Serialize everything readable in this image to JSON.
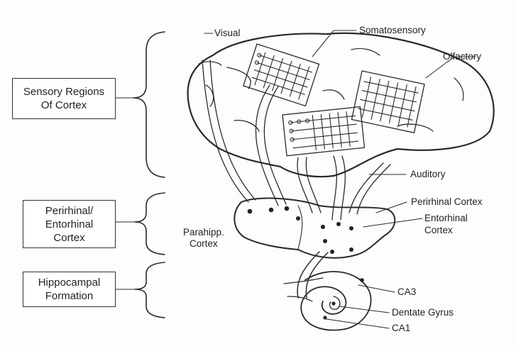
{
  "boxes": {
    "sensory": {
      "line1": "Sensory Regions",
      "line2": "Of Cortex"
    },
    "perirhinal": {
      "line1": "Perirhinal/",
      "line2": "Entorhinal",
      "line3": "Cortex"
    },
    "hippocampal": {
      "line1": "Hippocampal",
      "line2": "Formation"
    }
  },
  "labels": {
    "visual": "Visual",
    "somatosensory": "Somatosensory",
    "olfactory": "Olfactory",
    "auditory": "Auditory",
    "perirhinal_cortex": "Perirhinal Cortex",
    "entorhinal_line1": "Entorhinal",
    "entorhinal_line2": "Cortex",
    "parahipp_line1": "Parahipp.",
    "parahipp_line2": "Cortex",
    "ca3": "CA3",
    "dentate_gyrus": "Dentate Gyrus",
    "ca1": "CA1"
  }
}
